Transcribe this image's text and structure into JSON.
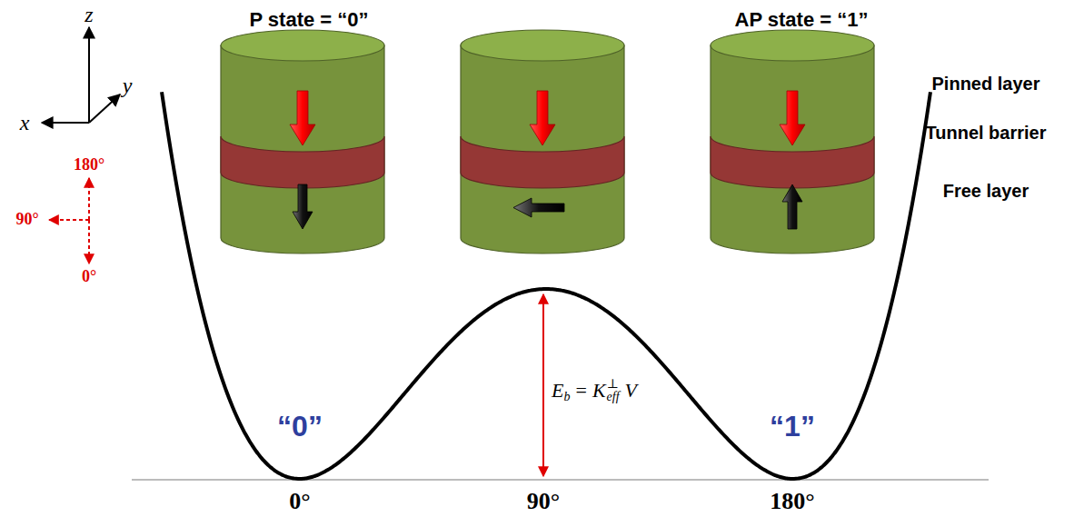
{
  "diagram": {
    "labels": [
      "P state = “0”",
      "AP state = “1”",
      "Pinned layer",
      "Tunnel barrier",
      "Free layer",
      "z",
      "y",
      "x",
      "180°",
      "90°",
      "0°",
      "“0”",
      "“1”",
      "E",
      "b",
      "=",
      "K",
      "⊥",
      "eff",
      "V",
      "0°",
      "90°",
      "180°"
    ]
  }
}
